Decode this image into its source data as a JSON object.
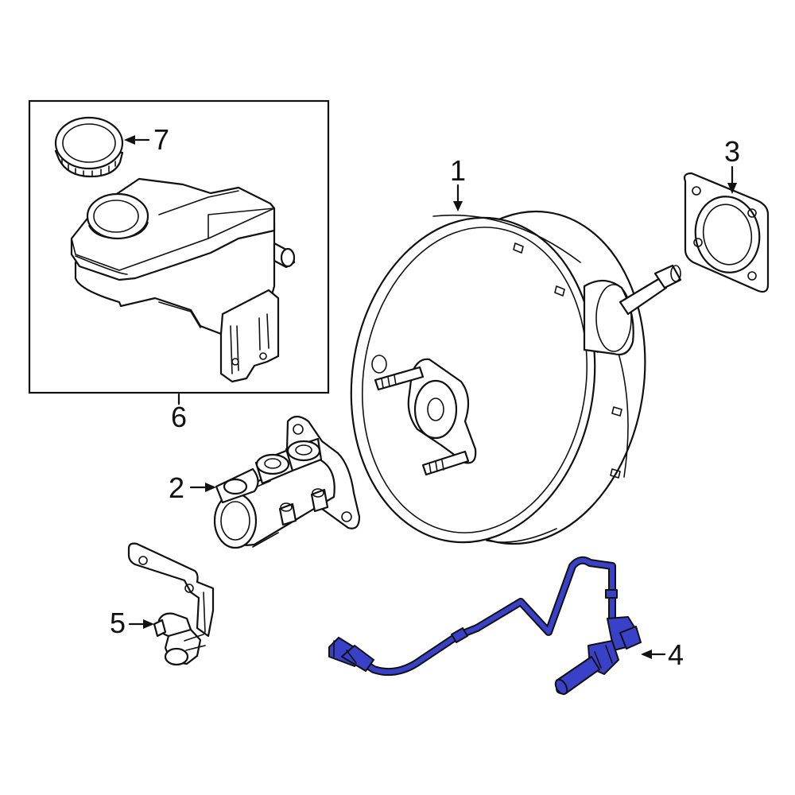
{
  "diagram": {
    "highlight_color": "#3a41c9",
    "line_color": "#111111",
    "callouts": {
      "c1": "1",
      "c2": "2",
      "c3": "3",
      "c4": "4",
      "c5": "5",
      "c6": "6",
      "c7": "7"
    },
    "parts": [
      {
        "callout": "1",
        "icon": "brake-booster-icon"
      },
      {
        "callout": "2",
        "icon": "master-cylinder-icon"
      },
      {
        "callout": "3",
        "icon": "gasket-icon"
      },
      {
        "callout": "4",
        "icon": "vacuum-hose-sensor-icon",
        "highlighted": true
      },
      {
        "callout": "5",
        "icon": "sensor-bracket-icon"
      },
      {
        "callout": "6",
        "icon": "reservoir-assembly-icon"
      },
      {
        "callout": "7",
        "icon": "reservoir-cap-icon"
      }
    ]
  }
}
